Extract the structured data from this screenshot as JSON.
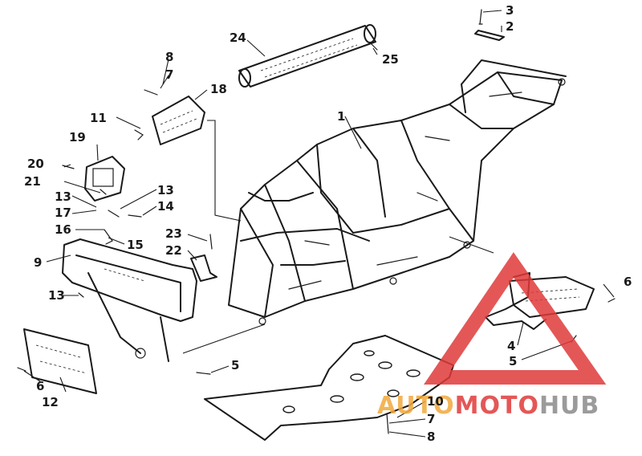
{
  "callouts": [
    {
      "id": "c1",
      "text": "1"
    },
    {
      "id": "c2",
      "text": "2"
    },
    {
      "id": "c3",
      "text": "3"
    },
    {
      "id": "c4",
      "text": "4"
    },
    {
      "id": "c5a",
      "text": "5"
    },
    {
      "id": "c5b",
      "text": "5"
    },
    {
      "id": "c6a",
      "text": "6"
    },
    {
      "id": "c6b",
      "text": "6"
    },
    {
      "id": "c7a",
      "text": "7"
    },
    {
      "id": "c7b",
      "text": "7"
    },
    {
      "id": "c8a",
      "text": "8"
    },
    {
      "id": "c8b",
      "text": "8"
    },
    {
      "id": "c9",
      "text": "9"
    },
    {
      "id": "c10",
      "text": "10"
    },
    {
      "id": "c11",
      "text": "11"
    },
    {
      "id": "c12",
      "text": "12"
    },
    {
      "id": "c13a",
      "text": "13"
    },
    {
      "id": "c13b",
      "text": "13"
    },
    {
      "id": "c13c",
      "text": "13"
    },
    {
      "id": "c14",
      "text": "14"
    },
    {
      "id": "c15",
      "text": "15"
    },
    {
      "id": "c16",
      "text": "16"
    },
    {
      "id": "c17",
      "text": "17"
    },
    {
      "id": "c18",
      "text": "18"
    },
    {
      "id": "c19",
      "text": "19"
    },
    {
      "id": "c20",
      "text": "20"
    },
    {
      "id": "c21",
      "text": "21"
    },
    {
      "id": "c22",
      "text": "22"
    },
    {
      "id": "c23",
      "text": "23"
    },
    {
      "id": "c24",
      "text": "24"
    },
    {
      "id": "c25",
      "text": "25"
    }
  ],
  "watermark": {
    "part1": "AUTO",
    "part2": "MOTO",
    "part3": "HUB",
    "color_red": "#e03a3a",
    "color_orange": "#f2a93b",
    "color_gray": "#8a8a8a"
  }
}
